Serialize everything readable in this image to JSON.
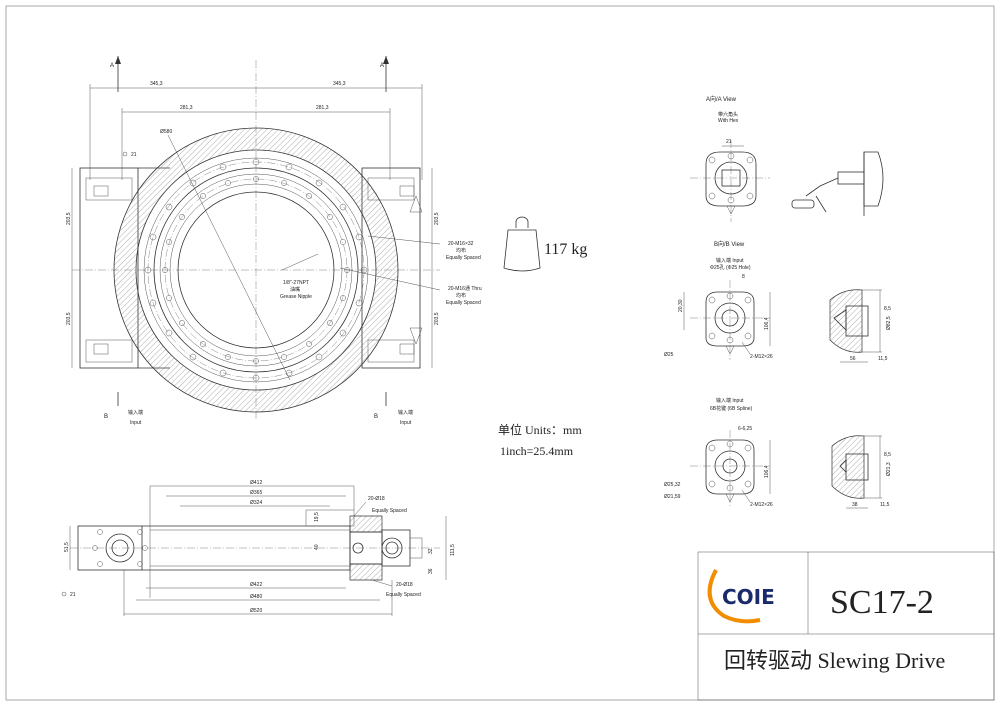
{
  "views": {
    "section_a_left": "A",
    "section_a_right": "A",
    "section_b_left": "B",
    "section_b_right": "B",
    "a_view_title": "A向/A View",
    "a_view_sub_cn": "带六角头",
    "a_view_sub_en": "With Hex",
    "b_view_title": "B向/B View",
    "input_label_cn": "输入端",
    "input_label_en": "Input"
  },
  "dimensions": {
    "half_width_left": "345,3",
    "half_width_right": "345,3",
    "inner_left": "281,3",
    "inner_right": "281,3",
    "outer_diameter": "Ø580",
    "ref_21": "21",
    "height_upper_left": "203,5",
    "height_lower_left": "203,5",
    "height_upper_right": "203,5",
    "height_lower_right": "203,5",
    "d412": "Ø412",
    "d365": "Ø365",
    "d324": "Ø324",
    "d422": "Ø422",
    "d480": "Ø480",
    "d520": "Ø520",
    "h51_5": "51,5",
    "h19_5": "19,5",
    "h40": "40",
    "h32": "32",
    "h36": "36",
    "h111_5": "111,5",
    "ref_21_bottom": "21",
    "a_view_21": "21",
    "b_view_20_30": "20,30",
    "b_view_106_4": "106,4",
    "b_view_phi25": "Ø25",
    "b_view_2m12": "2-M12×26",
    "b_view_key": "Φ25孔 (Φ25 Hole)",
    "b_view_8": "8",
    "b_view_input_cn": "输入端  Input",
    "sec1_8_5": "8,5",
    "sec1_82_5": "Ø82,5",
    "sec1_56": "56",
    "sec1_11_5": "11,5",
    "spline_title_cn": "输入端  Input",
    "spline_title_en": "6B花键 (6B Spline)",
    "spline_spec": "6-6,25",
    "spline_106_4": "106,4",
    "spline_25_32": "Ø25,32",
    "spline_21_59": "Ø21,59",
    "spline_2m12": "2-M12×26",
    "sec2_8_5": "8,5",
    "sec2_21_3": "Ø21,3",
    "sec2_38": "38",
    "sec2_11_5": "11,5"
  },
  "callouts": {
    "bolt_outer_1": "20-M16×32",
    "bolt_outer_2": "均布",
    "bolt_outer_3": "Equally Spaced",
    "bolt_inner_1": "20-M16通 Thru",
    "bolt_inner_2": "均布",
    "bolt_inner_3": "Equally Spaced",
    "nipple_1": "1/8\"-27NPT",
    "nipple_2": "油嘴",
    "nipple_3": "Grease Nipple",
    "holes_top_1": "20-Ø18",
    "holes_top_2": "Equally Spaced",
    "holes_bot_1": "20-Ø18",
    "holes_bot_2": "Equally Spaced"
  },
  "weight": "117 kg",
  "units_line1": "单位 Units：mm",
  "units_line2": "1inch=25.4mm",
  "title_block": {
    "logo": "COIE",
    "model": "SC17-2",
    "name": "回转驱动 Slewing Drive",
    "logo_color": "#f28c00",
    "text_color": "#1b2a6b"
  }
}
